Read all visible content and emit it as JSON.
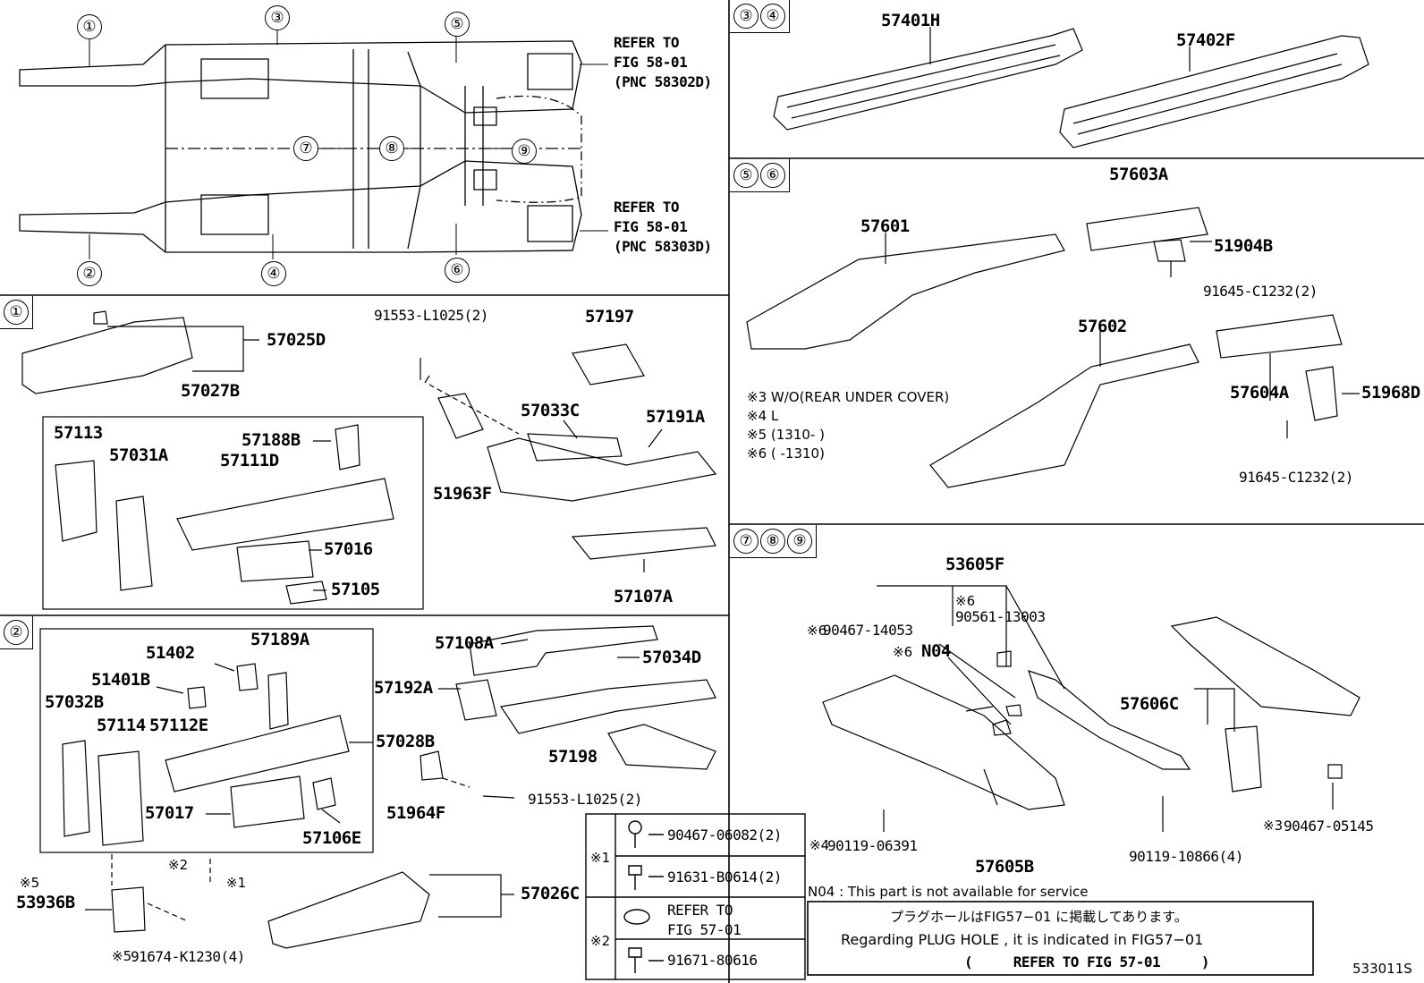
{
  "overview": {
    "callouts": [
      "①",
      "③",
      "⑤",
      "②",
      "④",
      "⑥",
      "⑦",
      "⑧",
      "⑨"
    ],
    "refer_top": [
      "REFER TO",
      "FIG 58-01",
      "(PNC 58302D)"
    ],
    "refer_bottom": [
      "REFER TO",
      "FIG 58-01",
      "(PNC 58303D)"
    ]
  },
  "sections": {
    "s1": {
      "tag": [
        "①"
      ]
    },
    "s2": {
      "tag": [
        "②"
      ]
    },
    "s34": {
      "tag": [
        "③",
        "④"
      ]
    },
    "s56": {
      "tag": [
        "⑤",
        "⑥"
      ]
    },
    "s789": {
      "tag": [
        "⑦",
        "⑧",
        "⑨"
      ]
    }
  },
  "parts": {
    "p57401H": "57401H",
    "p57402F": "57402F",
    "p57601": "57601",
    "p57603A": "57603A",
    "p51904B": "51904B",
    "p91645a": "91645-C1232(2)",
    "p57602": "57602",
    "p57604A": "57604A",
    "p51968D": "51968D",
    "p91645b": "91645-C1232(2)",
    "p57025D": "57025D",
    "p57027B": "57027B",
    "p57113": "57113",
    "p57031A": "57031A",
    "p57188B": "57188B",
    "p57111D": "57111D",
    "p57016": "57016",
    "p57105": "57105",
    "p91553a": "91553-L1025(2)",
    "p57197": "57197",
    "p57033C": "57033C",
    "p57191A": "57191A",
    "p51963F": "51963F",
    "p57107A": "57107A",
    "p51402": "51402",
    "p57189A": "57189A",
    "p51401B": "51401B",
    "p57032B": "57032B",
    "p57114": "57114",
    "p57112E": "57112E",
    "p57028B": "57028B",
    "p57017": "57017",
    "p57106E": "57106E",
    "p57108A": "57108A",
    "p57034D": "57034D",
    "p57192A": "57192A",
    "p57198": "57198",
    "p51964F": "51964F",
    "p91553b": "91553-L1025(2)",
    "p53936B": "53936B",
    "p91674": "91674-K1230(4)",
    "p57026C": "57026C",
    "p53605F": "53605F",
    "p90467_14053": "90467-14053",
    "p90561": "90561-13003",
    "pN04": "N04",
    "p57606C": "57606C",
    "p90119_06391": "90119-06391",
    "p57605B": "57605B",
    "p90119_10866": "90119-10866(4)",
    "p90467_05145": "90467-05145"
  },
  "marks": {
    "x5a": "※5",
    "x2": "※2",
    "x1": "※1",
    "x5b": "※5",
    "x6a": "※6",
    "x6b": "※6",
    "x6c": "※6",
    "x4": "※4",
    "x3": "※3"
  },
  "notes56": [
    "※3 W/O(REAR UNDER COVER)",
    "※4 L",
    "※5 (1310-      )",
    "※6 (      -1310)"
  ],
  "legend": {
    "x1": "※1",
    "x2": "※2",
    "r1": "90467-06082(2)",
    "r2": "91631-B0614(2)",
    "r3a": "REFER TO",
    "r3b": "FIG 57-01",
    "r4": "91671-80616"
  },
  "n04_note": "N04 : This part is not available for service",
  "plug_note": {
    "jp": "プラグホールはFIG57−01 に掲載してあります。",
    "en": "Regarding PLUG HOLE , it is indicated in FIG57−01",
    "ref": "(     REFER TO FIG 57-01     )"
  },
  "figure_id": "533011S"
}
